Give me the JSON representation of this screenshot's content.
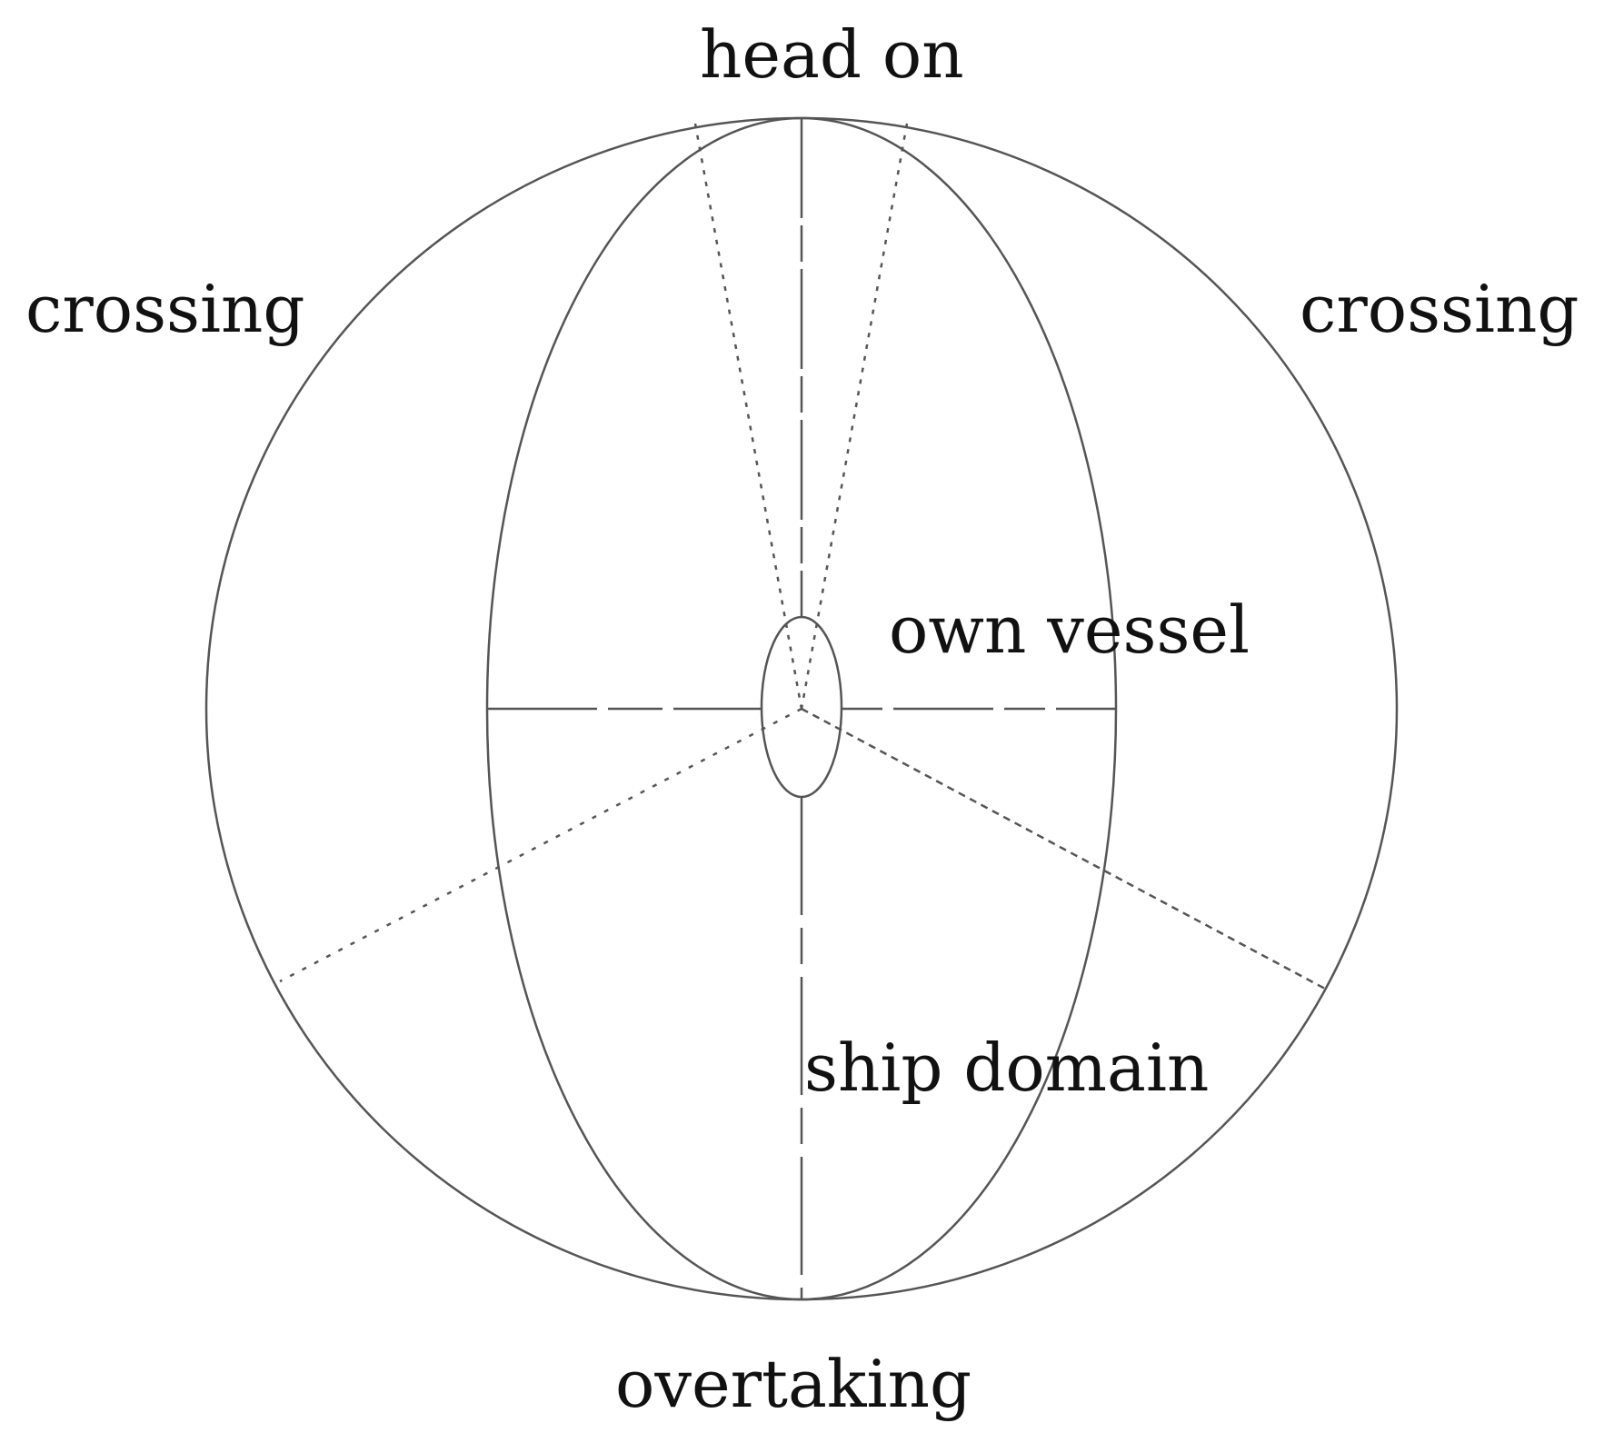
{
  "diagram": {
    "labels": {
      "head_on": "head on",
      "crossing_left": "crossing",
      "crossing_right": "crossing",
      "own_vessel": "own vessel",
      "ship_domain": "ship domain",
      "overtaking": "overtaking"
    },
    "colors": {
      "stroke": "#555555",
      "text": "#111111",
      "background": "#ffffff"
    }
  }
}
